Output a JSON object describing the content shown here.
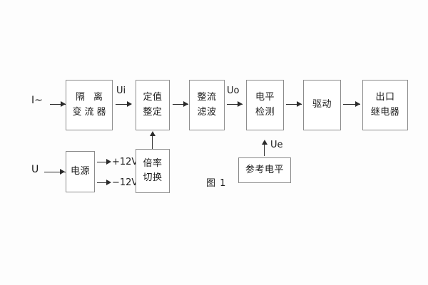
{
  "figure": {
    "caption": "图 1",
    "blocks": [
      {
        "id": "isolation-transformer",
        "lines": [
          "隔 离",
          "变流器"
        ]
      },
      {
        "id": "setpoint-adjust",
        "lines": [
          "定值",
          "整定"
        ]
      },
      {
        "id": "rectify-filter",
        "lines": [
          "整流",
          "滤波"
        ]
      },
      {
        "id": "level-detection",
        "lines": [
          "电平",
          "检测"
        ]
      },
      {
        "id": "drive",
        "lines": [
          "驱动"
        ]
      },
      {
        "id": "output-relay",
        "lines": [
          "出口",
          "继电器"
        ]
      },
      {
        "id": "power-supply",
        "lines": [
          "电源"
        ]
      },
      {
        "id": "multiplier-switch",
        "lines": [
          "倍率",
          "切换"
        ]
      },
      {
        "id": "reference-level",
        "lines": [
          "参考电平"
        ]
      }
    ],
    "signals": {
      "current_input": "I~",
      "voltage_input": "U",
      "ui": "Ui",
      "uo": "Uo",
      "ue": "Ue",
      "supply_positive": "+12V",
      "supply_negative": "−12V"
    }
  },
  "colors": {
    "box_border": "#8c8c8c",
    "line": "#2b2b2b",
    "text": "#1a1a1a",
    "background": "#fdfdfd"
  }
}
